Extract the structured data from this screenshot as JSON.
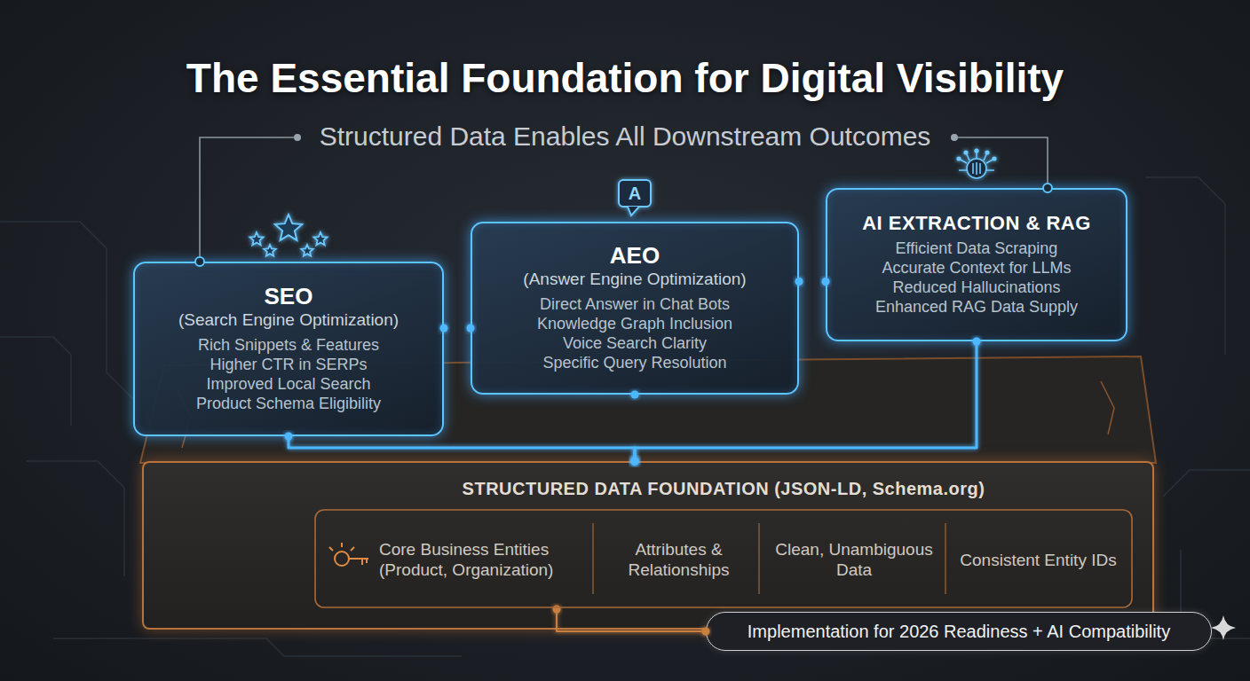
{
  "diagram": {
    "title": "The Essential Foundation for Digital Visibility",
    "nodes": [
      {
        "text": [
          "SEO",
          "(Search Engine Optimization)",
          "Rich Snippets & Features",
          "Higher CTR in SERPs",
          "Improved Local Search",
          "Product Schema Eligibility"
        ]
      },
      {
        "text": [
          "AEO",
          "(Answer Engine Optimization)",
          "Direct Answer in Chat Bots",
          "Knowledge Graph Inclusion",
          "Voice Search Clarity",
          "Specific Query Resolution"
        ]
      },
      {
        "text": [
          "AI EXTRACTION & RAG",
          "Efficient Data Scraping",
          "Accurate Context for LLMs",
          "Reduced Hallucinations",
          "Enhanced RAG Data Supply"
        ]
      },
      {
        "text": [
          "STRUCTURED DATA FOUNDATION (JSON-LD, Schema.org)"
        ]
      },
      {
        "text": [
          "Core Business Entities (Product, Organization)"
        ],
        "in": 3
      },
      {
        "text": [
          "Attributes & Relationships"
        ],
        "in": 3
      },
      {
        "text": [
          "Clean, Unambiguous Data"
        ],
        "in": 3
      },
      {
        "text": [
          "Consistent Entity IDs"
        ],
        "in": 3
      },
      {
        "text": [
          "Implementation for 2026 Readiness + AI Compatibility"
        ]
      }
    ],
    "edges": [
      {
        "from": 0,
        "to": 1,
        "arrow": "none"
      },
      {
        "from": 1,
        "to": 2,
        "arrow": "none"
      },
      {
        "from": 0,
        "to": 3,
        "arrow": "none"
      },
      {
        "from": 1,
        "to": 3,
        "arrow": "none"
      },
      {
        "from": 2,
        "to": 3,
        "arrow": "none"
      },
      {
        "from": 4,
        "to": 8,
        "arrow": "none"
      }
    ],
    "labels": [
      "Structured Data Enables All Downstream Outcomes",
      "A"
    ]
  }
}
